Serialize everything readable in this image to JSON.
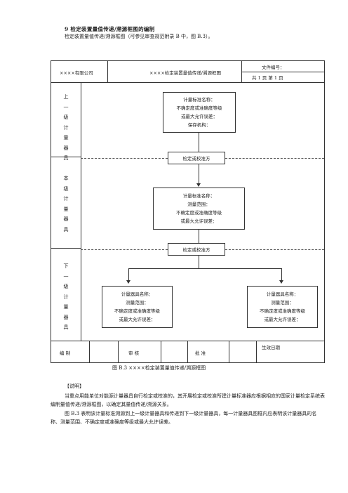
{
  "section_title": "9  检定装置量值传递/溯源框图的编制",
  "caption_top": "检定装置量值传递/溯源框图（可参见审查规范附录 B 中，图 B.3）。",
  "header": {
    "company": "××××有限公司",
    "title": "××××检定装置量值传递/溯源框图",
    "doc_no_label": "文件编号：",
    "pages": "共  1  页    第  1  页"
  },
  "levels": {
    "upper": [
      "上",
      "一",
      "级",
      "计",
      "量",
      "器",
      "具"
    ],
    "current": [
      "本",
      "级",
      "计",
      "量",
      "器",
      "具"
    ],
    "lower": [
      "下",
      "一",
      "级",
      "计",
      "量",
      "器",
      "具"
    ]
  },
  "upper_box": [
    "计量标准名称：",
    "不确定度或准确度等级",
    "或最大允许误差：",
    "保存机构："
  ],
  "method_1": "检定或校准方",
  "current_box": [
    "计量标准名称：",
    "测量范围：",
    "不确定度或准确度等级",
    "或最大允许误差："
  ],
  "method_2": "检定或校准方",
  "lower_left_box": [
    "计量器具名称：",
    "测量范围：",
    "不确定度或准确度等级",
    "或最大允许误差："
  ],
  "lower_right_box": [
    "计量器具名称：",
    "测量范围：",
    "不确定度或准确度等级",
    "或最大允许误差："
  ],
  "footer": {
    "compile": "编    制",
    "review": "审    核",
    "approve": "批    准",
    "effective": "生效日期"
  },
  "figure_caption": "图 B.3    ××××检定装置量值传递/溯源框图",
  "note_title": "【说明】",
  "paragraphs": [
    "当重点用能单位对能源计量器具自行检定或校准的，其开展检定或校准所建计量标准器应根据相应的国家计量检定系统表编制量值传递/溯源框图，以确定其量值传递/溯源关系。",
    "图 B.3 表明该计量标准溯源到上一级计量器具和传递到下一级计量器具，每一计量器具图框内应表明该计量器具的名称、测量范围、不确定度或准确度等级或最大允许误差。"
  ]
}
